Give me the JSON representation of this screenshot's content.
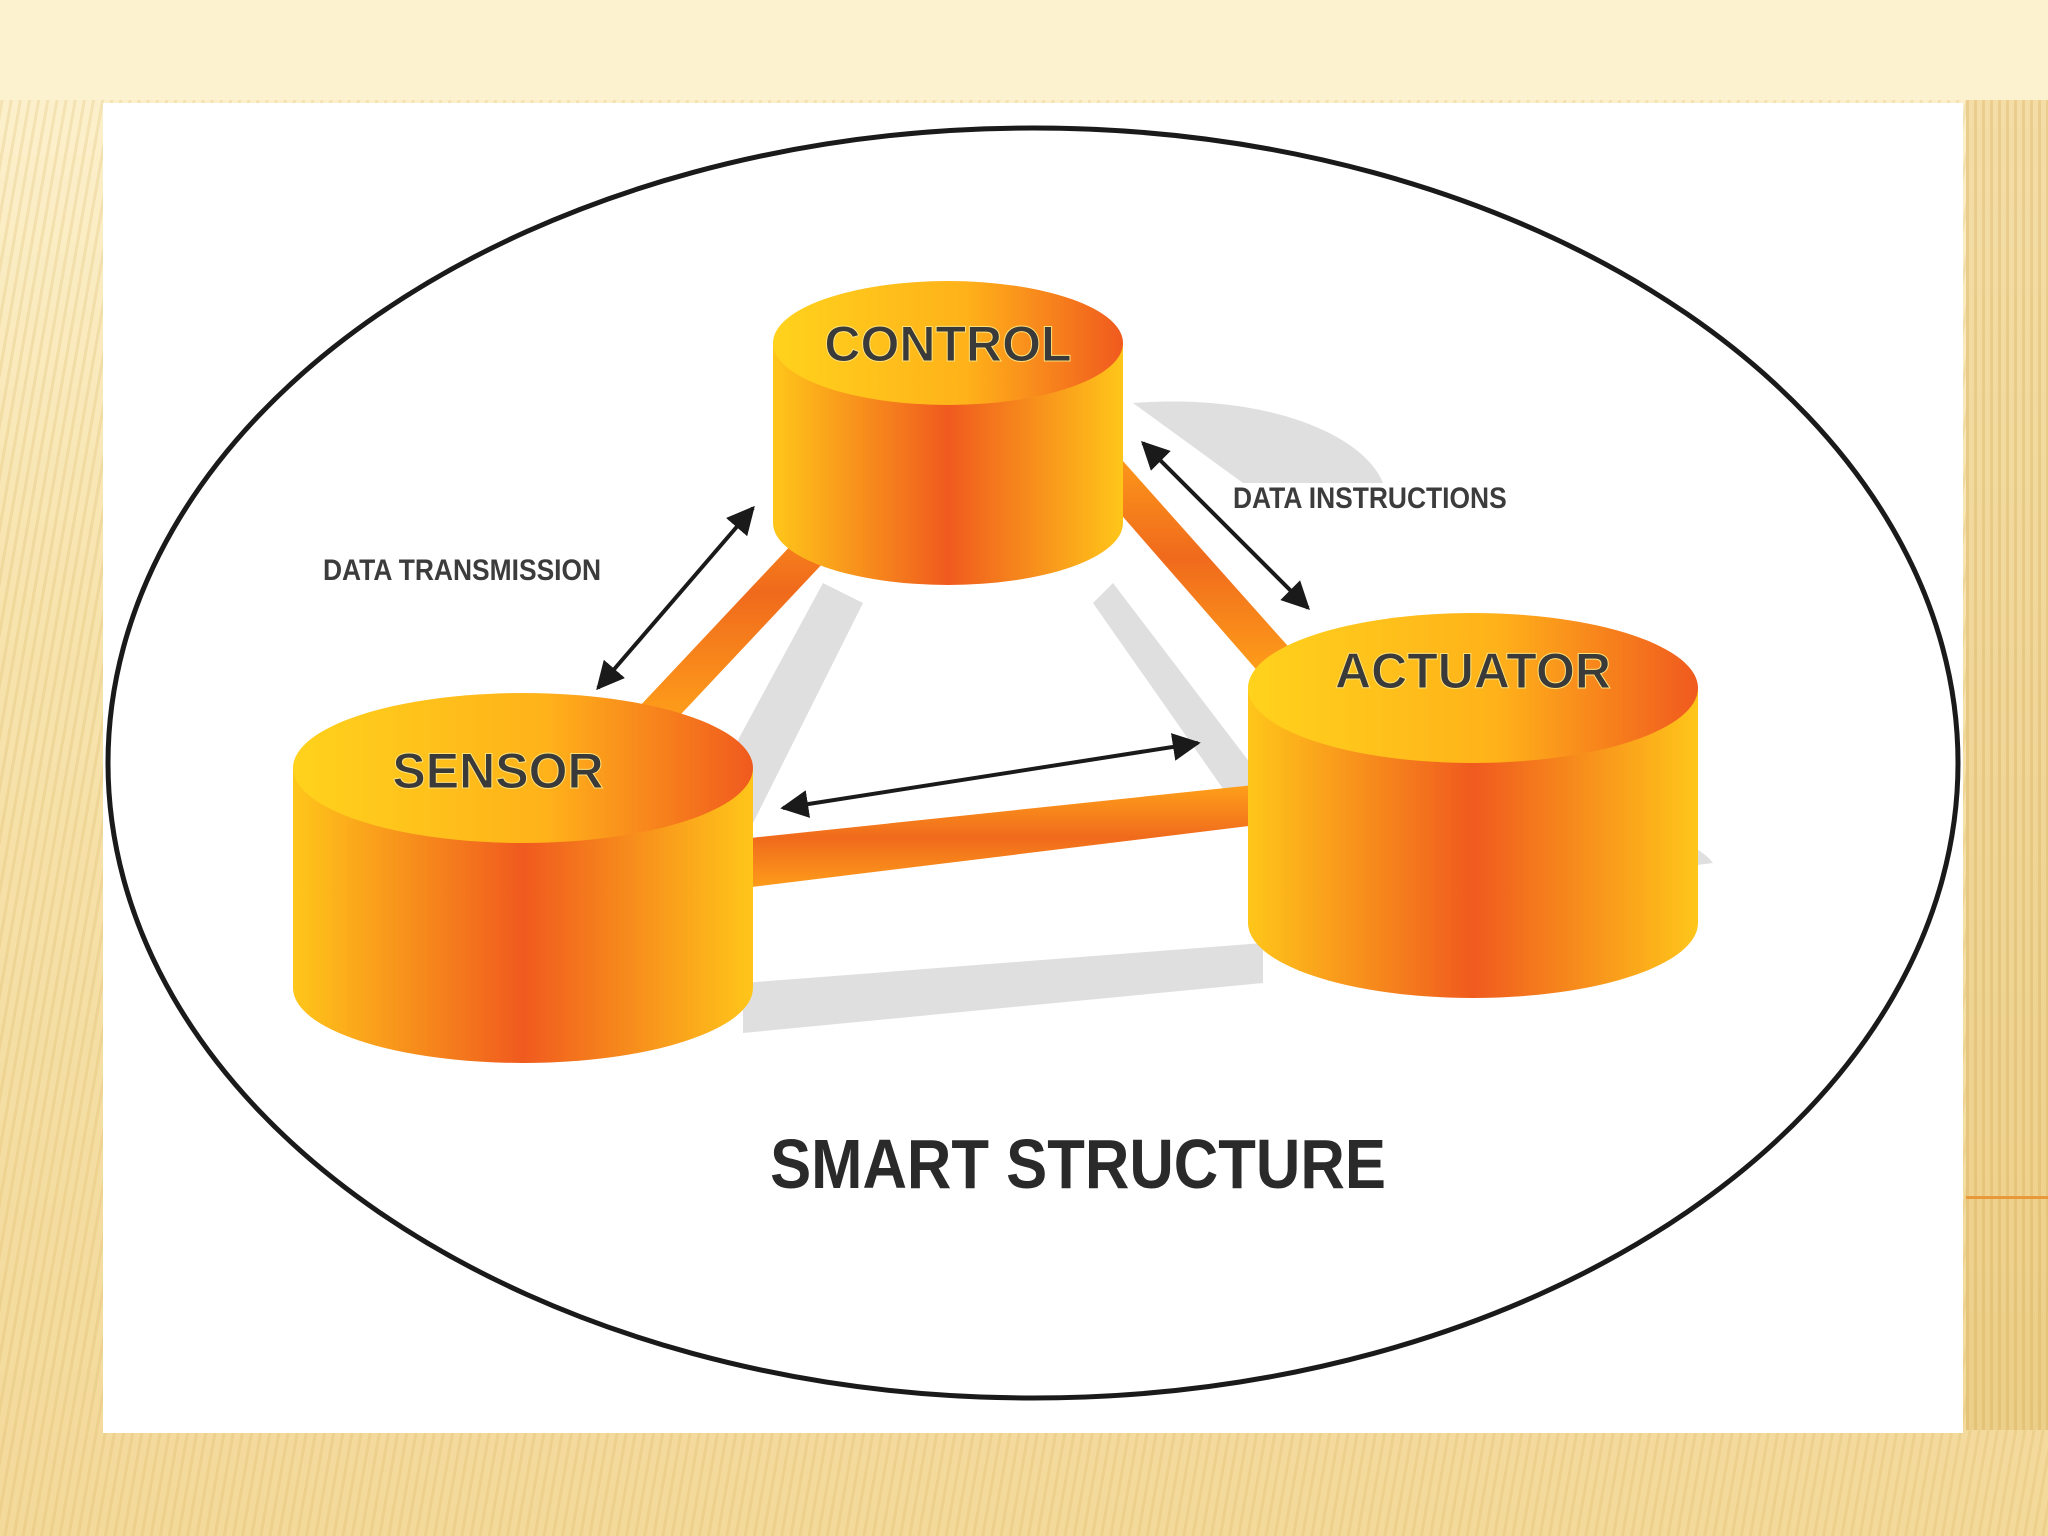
{
  "diagram": {
    "title": "SMART STRUCTURE",
    "nodes": {
      "control": "CONTROL",
      "sensor": "SENSOR",
      "actuator": "ACTUATOR"
    },
    "edges": {
      "sensor_control": "DATA TRANSMISSION",
      "control_actuator": "DATA INSTRUCTIONS"
    }
  },
  "colors": {
    "slide_background": "#f7e3ad",
    "panel": "#ffffff",
    "cylinder_light": "#ffc61a",
    "cylinder_dark": "#f05a1e",
    "outline": "#1a1a1a",
    "shadow": "#cfcfcf",
    "accent_line": "#e89a3a"
  }
}
